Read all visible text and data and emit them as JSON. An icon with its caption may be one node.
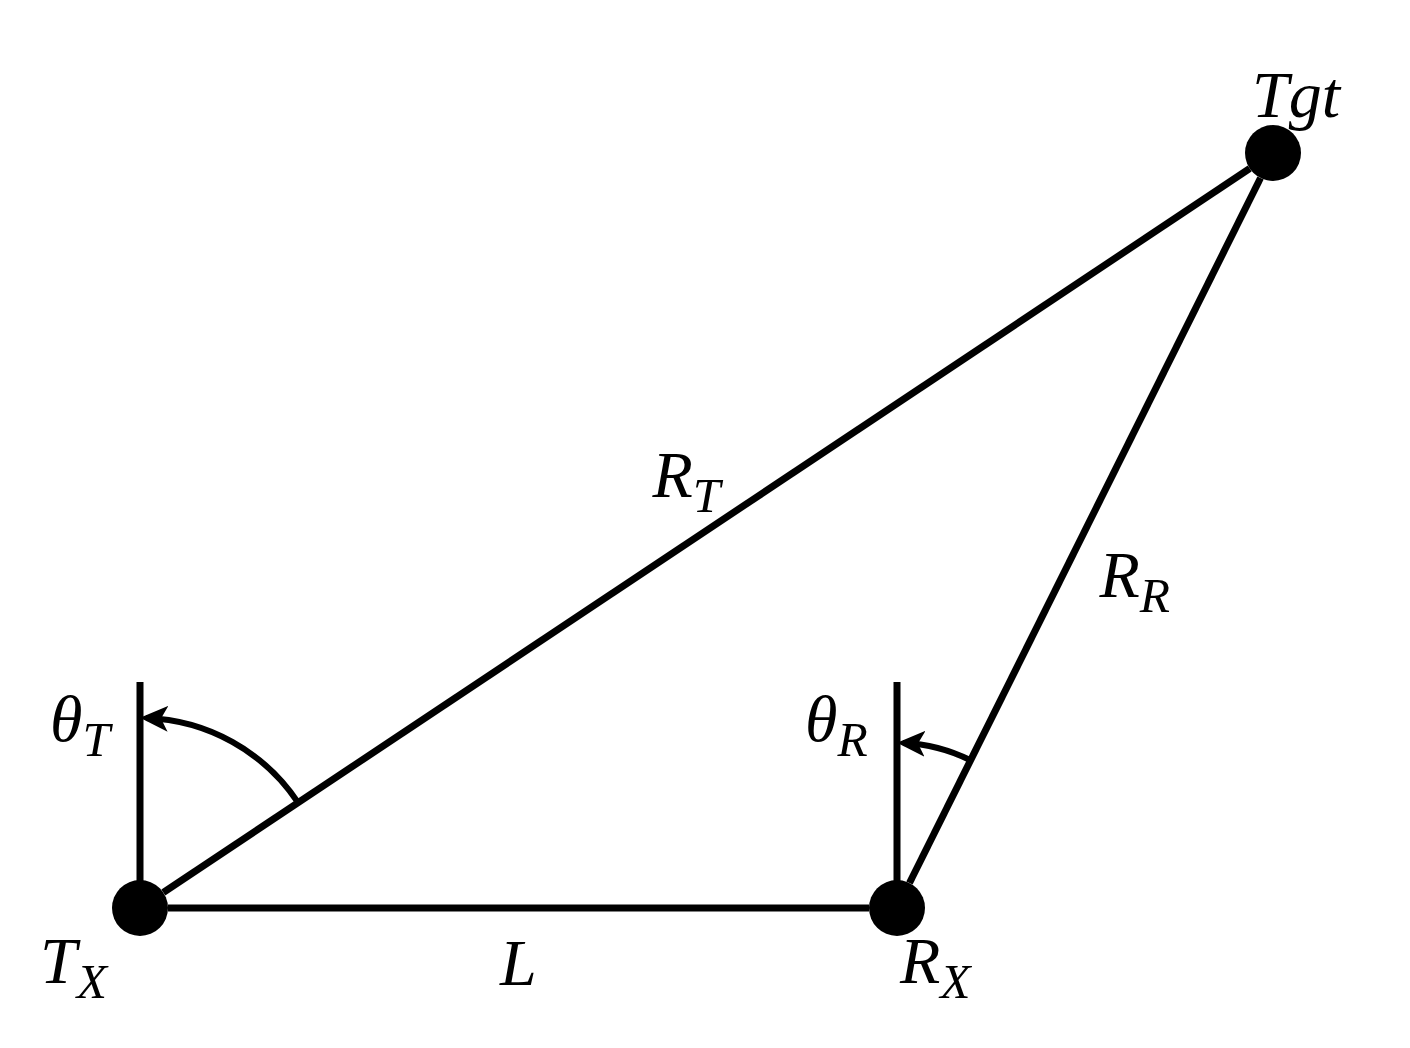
{
  "diagram": {
    "nodes": [
      {
        "text": [
          "Tgt"
        ]
      },
      {
        "text": [
          "T$_{X}$"
        ]
      },
      {
        "text": [
          "R$_{X}$"
        ]
      }
    ],
    "edges": [
      {
        "from": 1,
        "to": 0,
        "arrow": "none",
        "label": "R$_{T}$"
      },
      {
        "from": 0,
        "to": 2,
        "arrow": "none",
        "label": "R$_{R}$"
      },
      {
        "from": 1,
        "to": 2,
        "arrow": "none",
        "label": "L"
      }
    ],
    "labels": [
      "θ$_{T}$",
      "θ$_{R}$"
    ]
  }
}
